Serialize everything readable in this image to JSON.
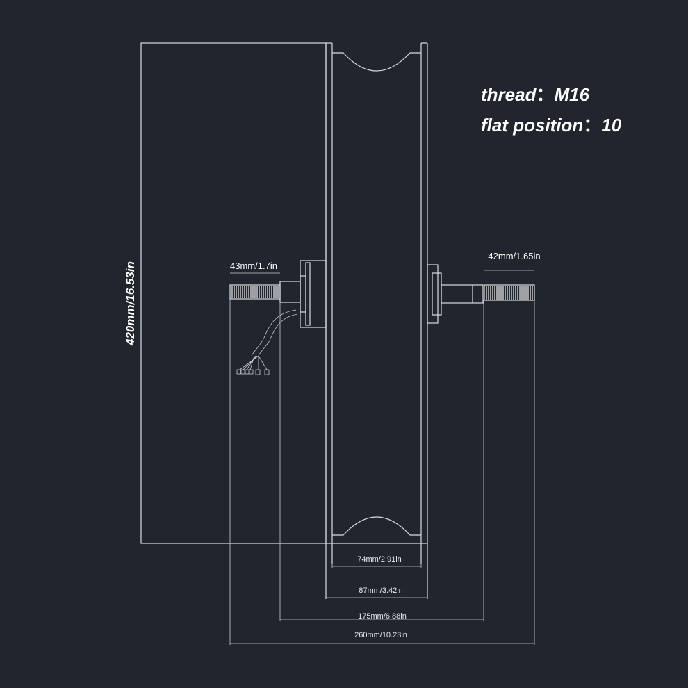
{
  "specs": {
    "thread_label": "thread",
    "thread_value": "M16",
    "flat_label": "flat position",
    "flat_value": "10"
  },
  "dimensions": {
    "diameter": "420mm/16.53in",
    "left_axle": "43mm/1.7in",
    "right_axle": "42mm/1.65in",
    "rim_inner": "74mm/2.91in",
    "hub_width": "87mm/3.42in",
    "dropout_width": "175mm/6.88in",
    "overall_width": "260mm/10.23in"
  }
}
